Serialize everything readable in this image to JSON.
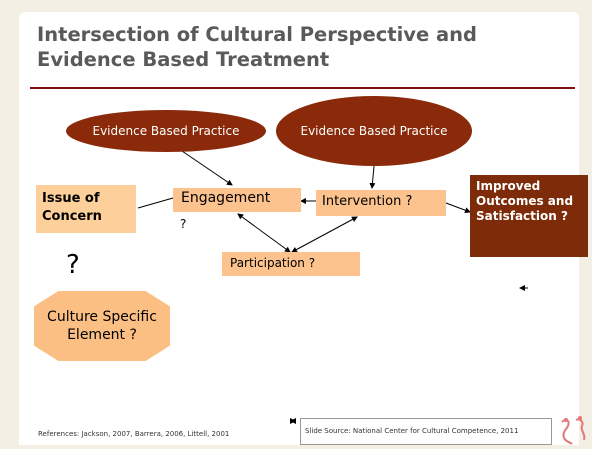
{
  "slide": {
    "title": "Intersection of Cultural Perspective and Evidence Based Treatment",
    "accent_color": "#7d0f0f"
  },
  "diagram": {
    "oval_left": "Evidence Based Practice",
    "oval_right": "Evidence Based Practice",
    "issue_of_concern": "Issue of Concern",
    "engagement": "Engagement",
    "engagement_question": "?",
    "intervention": "Intervention ?",
    "participation": "Participation ?",
    "outcomes": "Improved Outcomes and Satisfaction ?",
    "big_question": "?",
    "culture_element": "Culture Specific Element ?",
    "colors": {
      "oval_fill": "#8a2a0a",
      "box_fill": "#fbbf83",
      "outcome_fill": "#7d2b09"
    }
  },
  "footer": {
    "references": "References: Jackson, 2007, Barrera, 2006, Littell, 2001",
    "source": "Slide Source: National Center  for Cultural Competence, 2011",
    "logo_icon": "ncc-logo-icon"
  }
}
